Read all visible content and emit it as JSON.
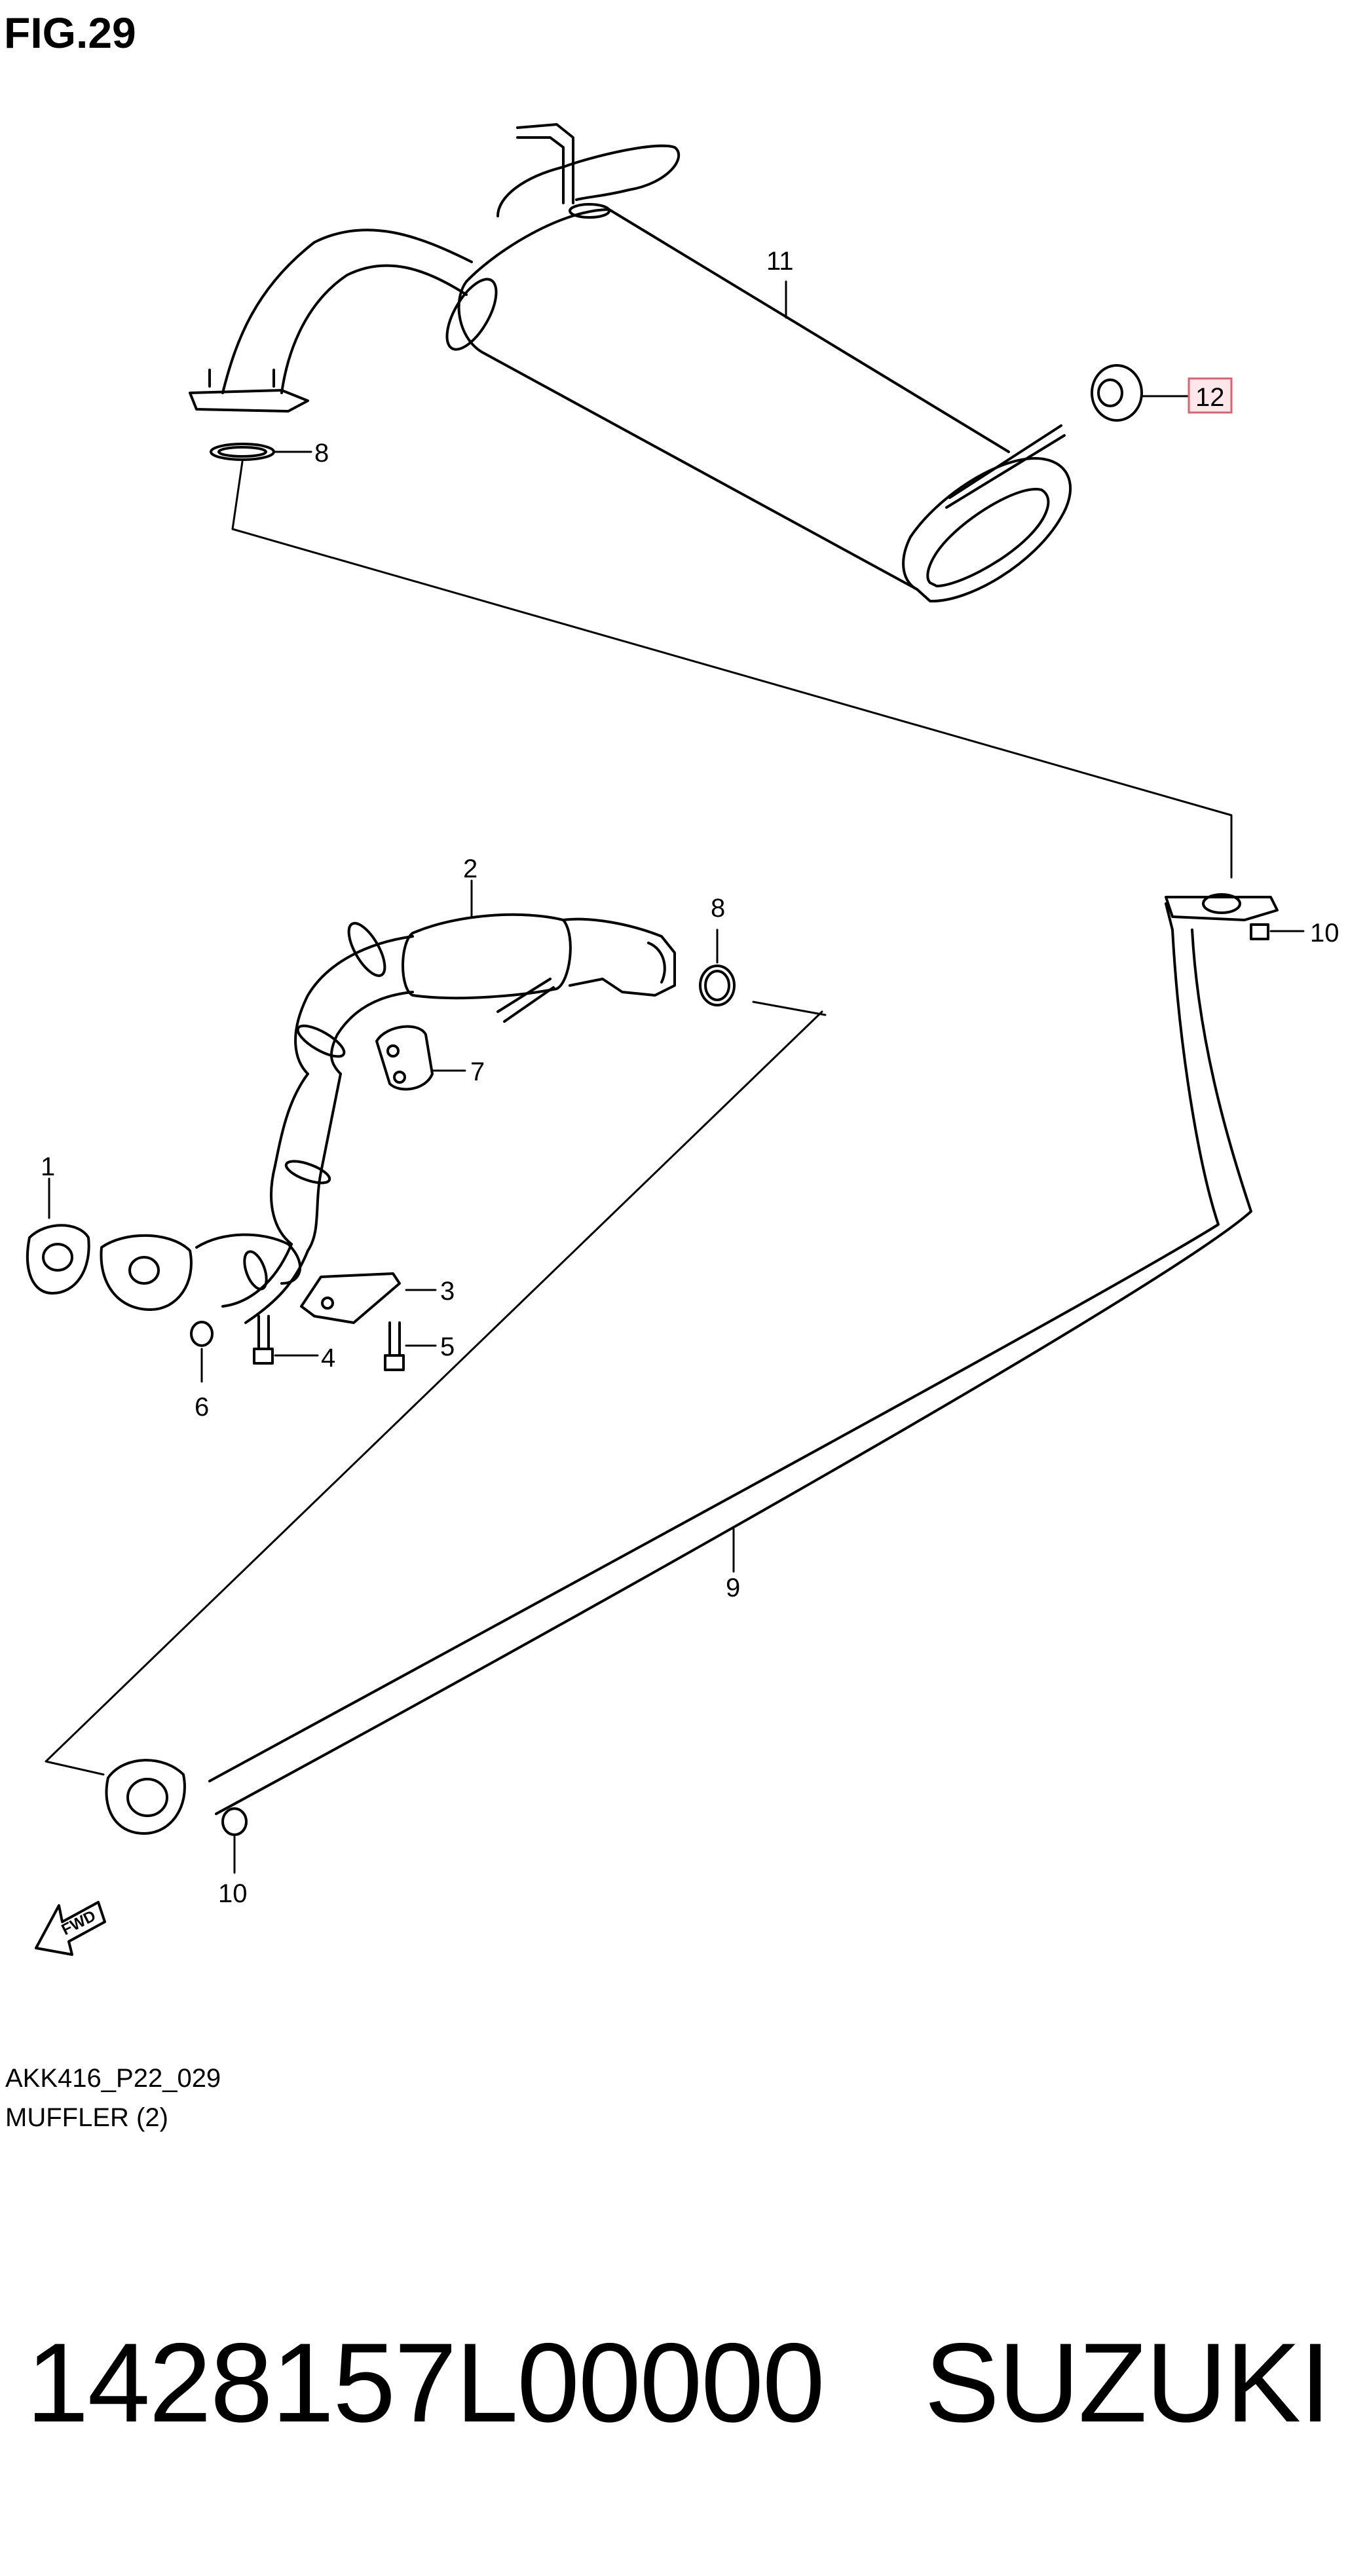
{
  "figure": {
    "title": "FIG.29",
    "code": "AKK416_P22_029",
    "name": "MUFFLER (2)"
  },
  "callouts": {
    "c1": "1",
    "c2": "2",
    "c3": "3",
    "c4": "4",
    "c5": "5",
    "c6": "6",
    "c7": "7",
    "c8a": "8",
    "c8b": "8",
    "c9": "9",
    "c10a": "10",
    "c10b": "10",
    "c11": "11",
    "c12": "12"
  },
  "fwd_label": "FWD",
  "highlight_color": "#e06070",
  "highlight_fill": "#fde7ea",
  "part": {
    "number": "1428157L00000",
    "brand": "SUZUKI"
  }
}
